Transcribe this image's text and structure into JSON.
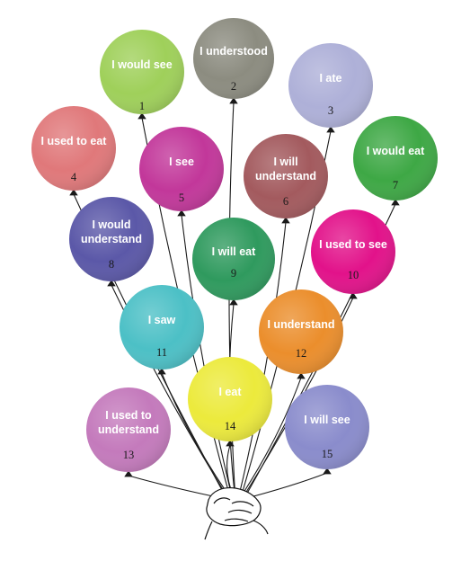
{
  "balloons": [
    {
      "number": "1",
      "label": [
        "I would see"
      ],
      "color": "#9fd05a"
    },
    {
      "number": "2",
      "label": [
        "I understood"
      ],
      "color": "#8c8c80"
    },
    {
      "number": "3",
      "label": [
        "I ate"
      ],
      "color": "#aeb0d8"
    },
    {
      "number": "4",
      "label": [
        "I used to eat"
      ],
      "color": "#e0787a"
    },
    {
      "number": "5",
      "label": [
        "I see"
      ],
      "color": "#c2379a"
    },
    {
      "number": "6",
      "label": [
        "I will",
        "understand"
      ],
      "color": "#a35a5e"
    },
    {
      "number": "7",
      "label": [
        "I would eat"
      ],
      "color": "#3ea845"
    },
    {
      "number": "8",
      "label": [
        "I would",
        "understand"
      ],
      "color": "#5b58a8"
    },
    {
      "number": "9",
      "label": [
        "I will eat"
      ],
      "color": "#2f9a5e"
    },
    {
      "number": "10",
      "label": [
        "I used to see"
      ],
      "color": "#e2128a"
    },
    {
      "number": "11",
      "label": [
        "I saw"
      ],
      "color": "#4cc0c6"
    },
    {
      "number": "12",
      "label": [
        "I understand"
      ],
      "color": "#eb8e2c"
    },
    {
      "number": "13",
      "label": [
        "I used to",
        "understand"
      ],
      "color": "#c47abc"
    },
    {
      "number": "14",
      "label": [
        "I eat"
      ],
      "color": "#ecea3c"
    },
    {
      "number": "15",
      "label": [
        "I will see"
      ],
      "color": "#8a8ccc"
    }
  ]
}
